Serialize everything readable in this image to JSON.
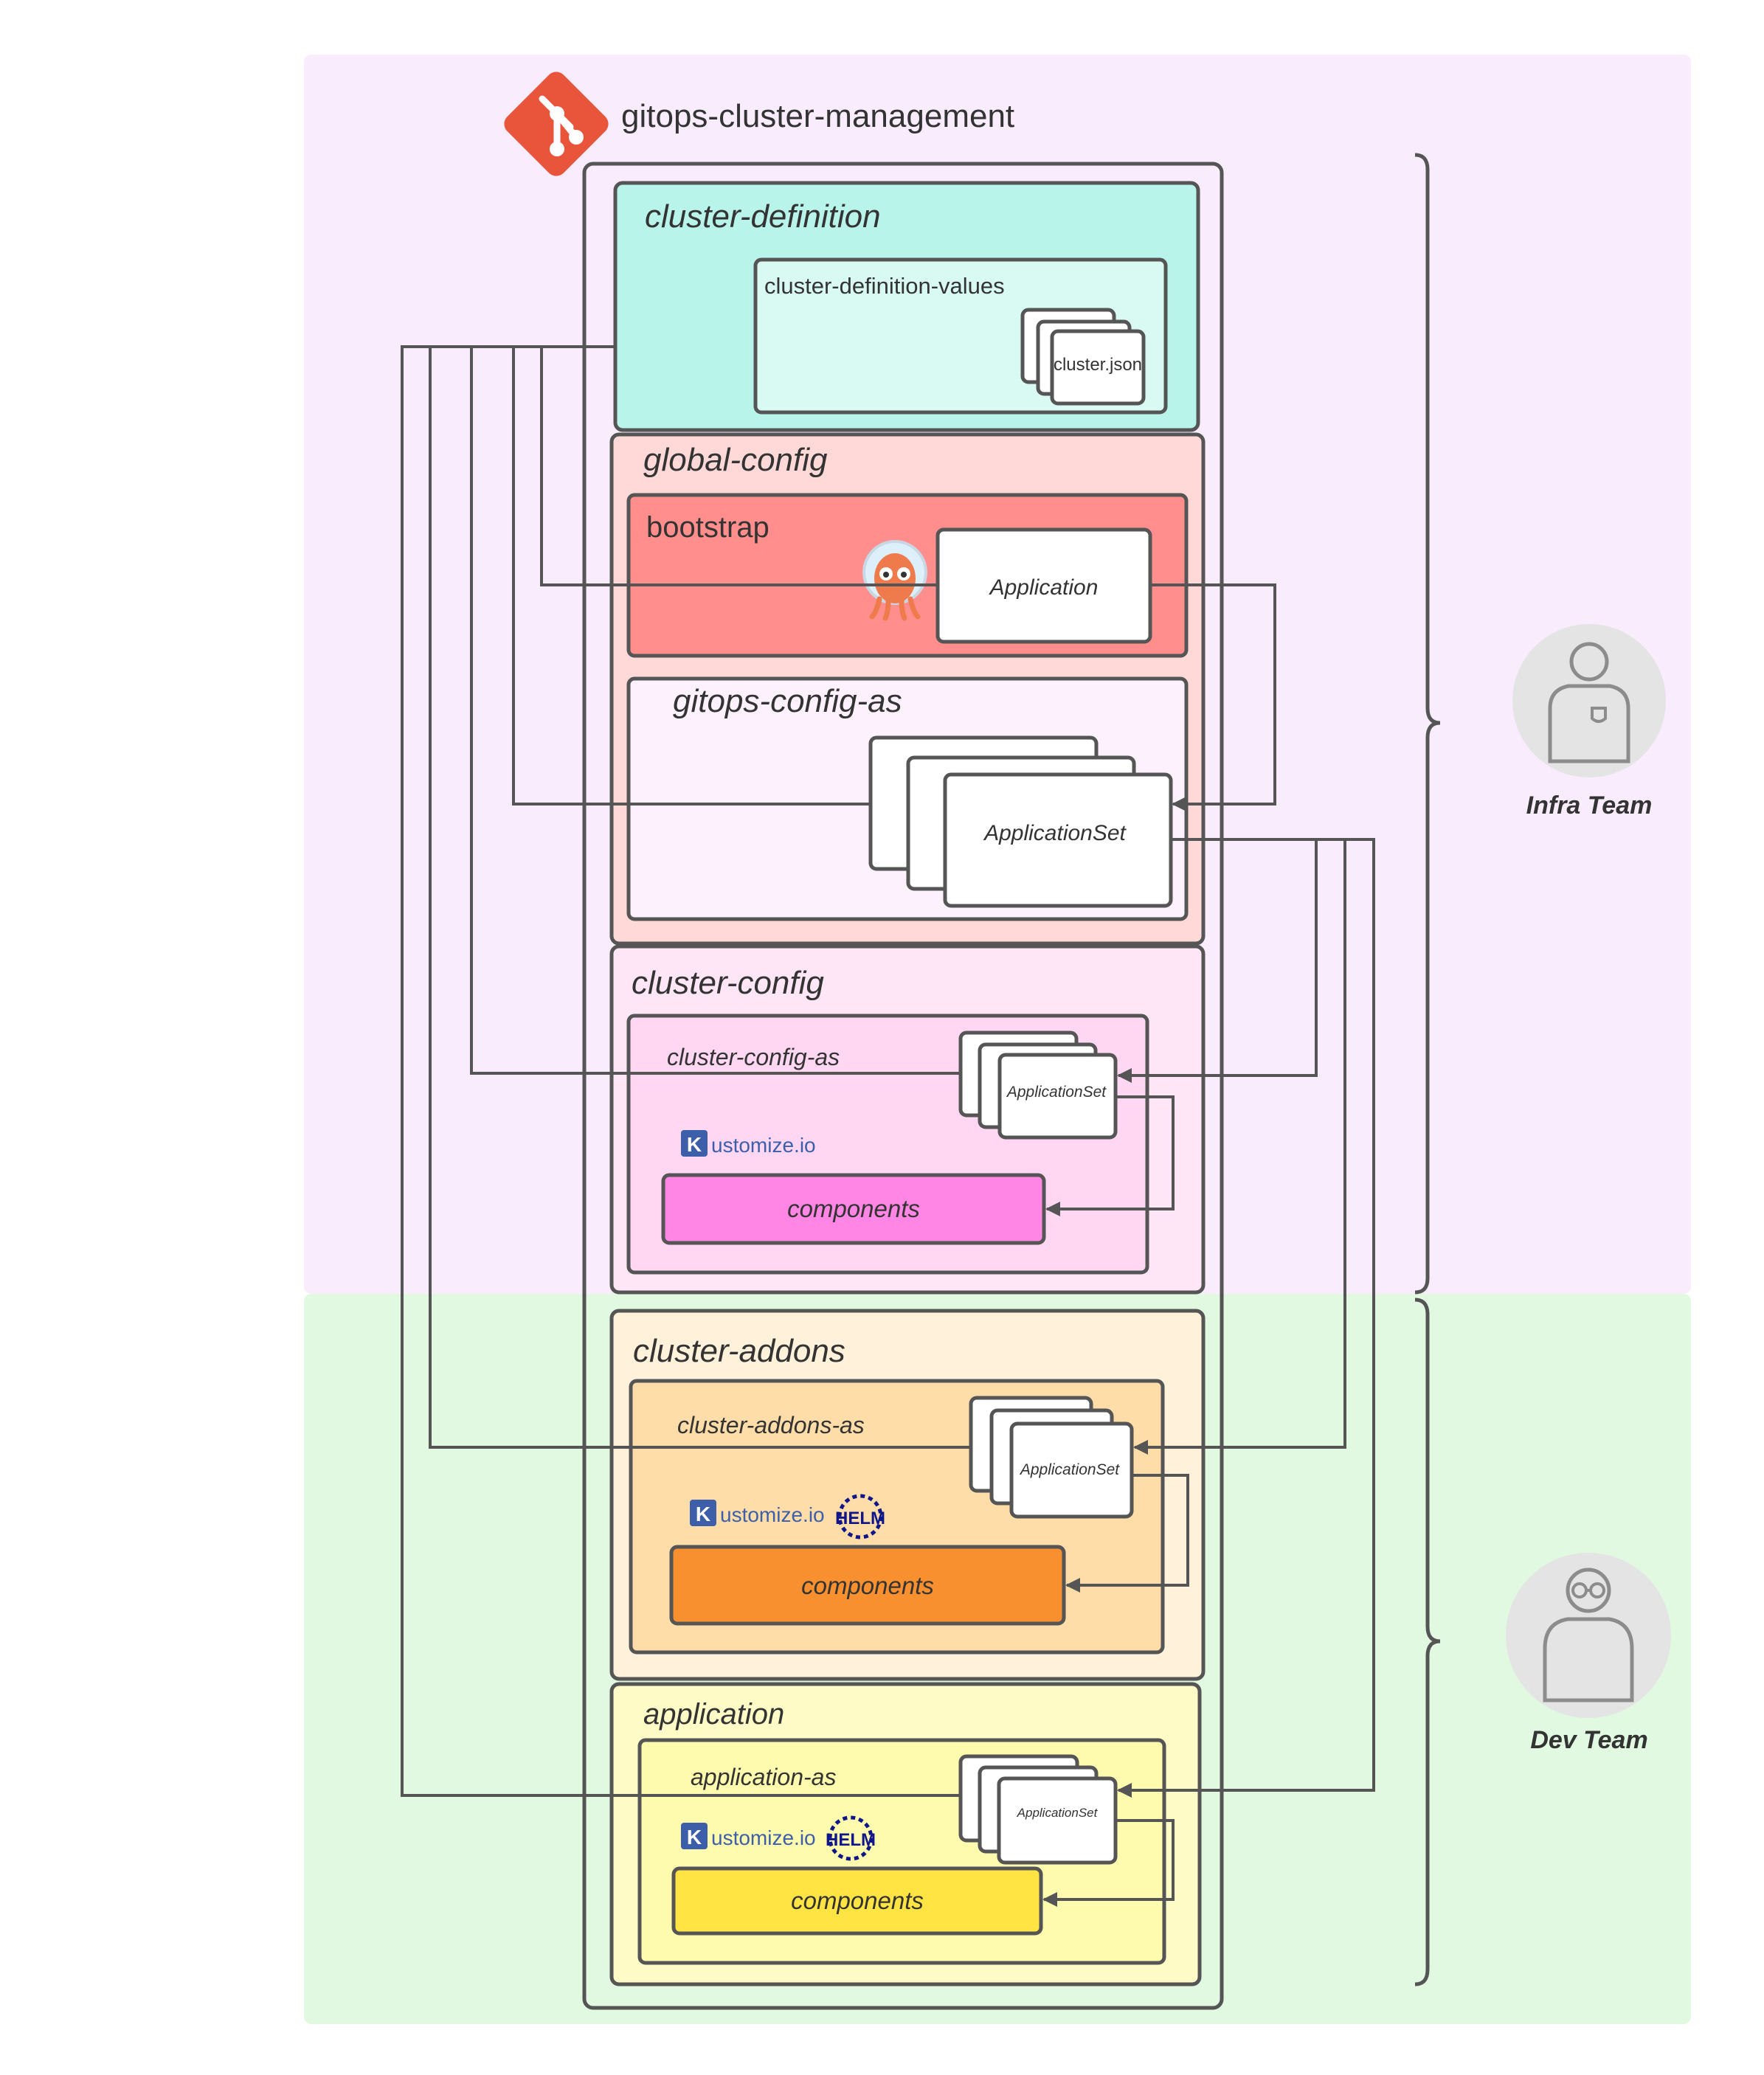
{
  "repo": {
    "name": "gitops-cluster-management",
    "icon": "git-icon",
    "icon_color": "#E9553A"
  },
  "teams": {
    "infra": {
      "label": "Infra Team",
      "background": "#F9ECFC",
      "icon": "person-icon"
    },
    "dev": {
      "label": "Dev Team",
      "background": "#E1F9E1",
      "icon": "person-glasses-icon"
    }
  },
  "folders": {
    "cluster_definition": {
      "title": "cluster-definition",
      "color": "#B8F4EA",
      "values_title": "cluster-definition-values",
      "file_label": "cluster.json"
    },
    "global_config": {
      "title": "global-config",
      "color": "#FFD9D8",
      "bootstrap": {
        "title": "bootstrap",
        "color": "#FF8E8C",
        "app_label": "Application",
        "icon": "argo-octopus-icon"
      },
      "gitops_config_as": {
        "title": "gitops-config-as",
        "appset_label": "ApplicationSet"
      }
    },
    "cluster_config": {
      "title": "cluster-config",
      "color": "#FFE6F7",
      "as_title": "cluster-config-as",
      "appset_label": "ApplicationSet",
      "tools": [
        "ustomize.io"
      ],
      "components_label": "components",
      "components_color": "#FF86E4"
    },
    "cluster_addons": {
      "title": "cluster-addons",
      "color": "#FFF1DA",
      "as_title": "cluster-addons-as",
      "appset_label": "ApplicationSet",
      "tools": [
        "ustomize.io",
        "HELM"
      ],
      "components_label": "components",
      "components_color": "#F99030"
    },
    "application": {
      "title": "application",
      "color": "#FFFBC7",
      "as_title": "application-as",
      "appset_label": "ApplicationSet",
      "tools": [
        "ustomize.io",
        "HELM"
      ],
      "components_label": "components",
      "components_color": "#FFE443"
    }
  }
}
